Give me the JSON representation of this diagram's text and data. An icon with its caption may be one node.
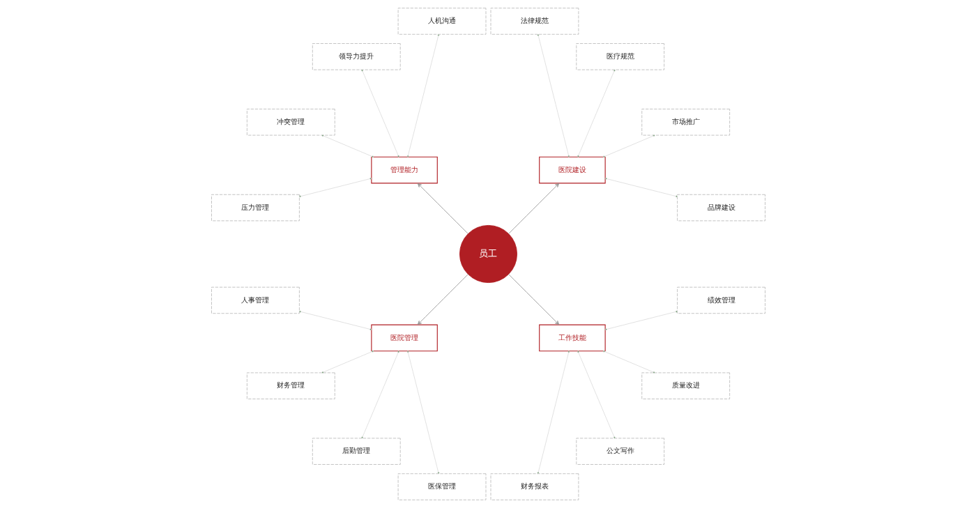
{
  "diagram": {
    "nodes": [
      {
        "text": [
          "员工"
        ]
      },
      {
        "text": [
          "医院建设"
        ]
      },
      {
        "text": [
          "管理能力"
        ]
      },
      {
        "text": [
          "医院管理"
        ]
      },
      {
        "text": [
          "工作技能"
        ]
      },
      {
        "text": [
          "品牌建设"
        ]
      },
      {
        "text": [
          "市场推广"
        ]
      },
      {
        "text": [
          "医疗规范"
        ]
      },
      {
        "text": [
          "法律规范"
        ]
      },
      {
        "text": [
          "人机沟通"
        ]
      },
      {
        "text": [
          "领导力提升"
        ]
      },
      {
        "text": [
          "冲突管理"
        ]
      },
      {
        "text": [
          "压力管理"
        ]
      },
      {
        "text": [
          "人事管理"
        ]
      },
      {
        "text": [
          "财务管理"
        ]
      },
      {
        "text": [
          "后勤管理"
        ]
      },
      {
        "text": [
          "医保管理"
        ]
      },
      {
        "text": [
          "财务报表"
        ]
      },
      {
        "text": [
          "公文写作"
        ]
      },
      {
        "text": [
          "质量改进"
        ]
      },
      {
        "text": [
          "绩效管理"
        ]
      }
    ],
    "edges": [
      {
        "from": 0,
        "to": 1,
        "arrow": "to",
        "color": "#999999"
      },
      {
        "from": 0,
        "to": 2,
        "arrow": "to",
        "color": "#999999"
      },
      {
        "from": 0,
        "to": 3,
        "arrow": "to",
        "color": "#999999"
      },
      {
        "from": 0,
        "to": 4,
        "arrow": "to",
        "color": "#999999"
      },
      {
        "from": 1,
        "to": 5,
        "arrow": "other"
      },
      {
        "from": 1,
        "to": 6,
        "arrow": "other"
      },
      {
        "from": 1,
        "to": 7,
        "arrow": "other"
      },
      {
        "from": 1,
        "to": 8,
        "arrow": "other"
      },
      {
        "from": 2,
        "to": 9,
        "arrow": "other"
      },
      {
        "from": 2,
        "to": 10,
        "arrow": "other"
      },
      {
        "from": 2,
        "to": 11,
        "arrow": "other"
      },
      {
        "from": 2,
        "to": 12,
        "arrow": "other"
      },
      {
        "from": 3,
        "to": 13,
        "arrow": "other"
      },
      {
        "from": 3,
        "to": 14,
        "arrow": "other"
      },
      {
        "from": 3,
        "to": 15,
        "arrow": "other"
      },
      {
        "from": 3,
        "to": 16,
        "arrow": "other"
      },
      {
        "from": 4,
        "to": 17,
        "arrow": "other"
      },
      {
        "from": 4,
        "to": 18,
        "arrow": "other"
      },
      {
        "from": 4,
        "to": 19,
        "arrow": "other"
      },
      {
        "from": 4,
        "to": 20,
        "arrow": "other"
      }
    ]
  }
}
